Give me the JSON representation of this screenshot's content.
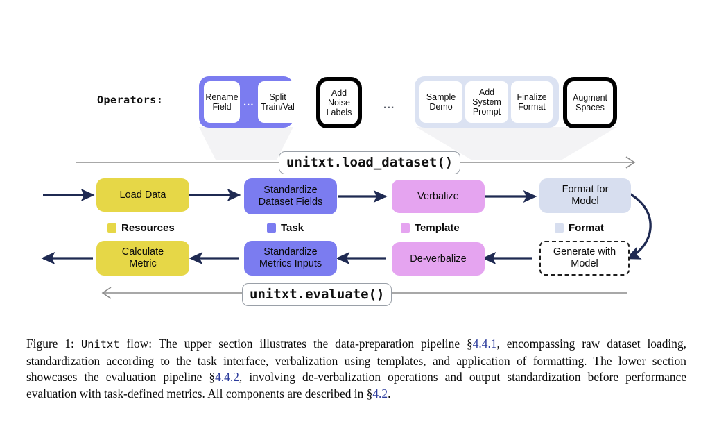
{
  "figure": {
    "operators_label": "Operators:",
    "mid_ellipsis": "...",
    "groups": [
      {
        "id": "task-operators",
        "color": "#7b7cf0",
        "cards": [
          {
            "label": "Rename\nField"
          },
          {
            "label": "Split\nTrain/Val"
          }
        ],
        "separator": "..."
      },
      {
        "id": "format-operators",
        "color": "#dbe2f2",
        "cards": [
          {
            "label": "Sample\nDemo"
          },
          {
            "label": "Add\nSystem\nPrompt"
          },
          {
            "label": "Finalize\nFormat"
          }
        ],
        "separator": ""
      }
    ],
    "standalone_operators": [
      {
        "id": "add-noise-labels",
        "label": "Add\nNoise\nLabels",
        "border": "#000000"
      },
      {
        "id": "augment-spaces",
        "label": "Augment\nSpaces",
        "border": "#000000"
      }
    ],
    "pipeline_top": [
      {
        "id": "load-data",
        "label": "Load Data",
        "color": "#e6d747"
      },
      {
        "id": "standardize-dataset-fields",
        "label": "Standardize\nDataset Fields",
        "color": "#7b7cf0"
      },
      {
        "id": "verbalize",
        "label": "Verbalize",
        "color": "#e5a4f0"
      },
      {
        "id": "format-for-model",
        "label": "Format for\nModel",
        "color": "#d7deef"
      }
    ],
    "pipeline_bottom": [
      {
        "id": "calculate-metric",
        "label": "Calculate\nMetric",
        "color": "#e6d747"
      },
      {
        "id": "standardize-metrics-inputs",
        "label": "Standardize\nMetrics Inputs",
        "color": "#7b7cf0"
      },
      {
        "id": "de-verbalize",
        "label": "De-verbalize",
        "color": "#e5a4f0"
      },
      {
        "id": "generate-with-model",
        "label": "Generate with\nModel",
        "color": "#ffffff"
      }
    ],
    "legend": [
      {
        "id": "resources",
        "label": "Resources",
        "color": "#e6d747"
      },
      {
        "id": "task",
        "label": "Task",
        "color": "#7b7cf0"
      },
      {
        "id": "template",
        "label": "Template",
        "color": "#e5a4f0"
      },
      {
        "id": "format",
        "label": "Format",
        "color": "#d7deef"
      }
    ],
    "api_calls": {
      "load": "unitxt.load_dataset()",
      "evaluate": "unitxt.evaluate()"
    },
    "arrow_color": "#1f2a52"
  },
  "caption": {
    "prefix": "Figure 1: ",
    "mono_name": "Unitxt",
    "part1": " flow: The upper section illustrates the data-preparation pipeline §",
    "ref1": "4.4.1",
    "part2": ", encompassing raw dataset loading, standardization according to the task interface, verbalization using templates, and application of formatting. The lower section showcases the evaluation pipeline §",
    "ref2": "4.4.2",
    "part3": ", involving de-verbalization operations and output standardization before performance evaluation with task-defined metrics. All components are described in §",
    "ref3": "4.2",
    "part4": "."
  }
}
